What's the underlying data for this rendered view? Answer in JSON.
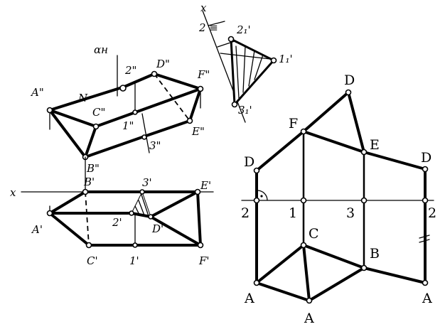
{
  "labels": {
    "alpha_h": "αн",
    "x_axis": "x",
    "x_axis_small": "x",
    "x_axis_ratio": "2 ≡",
    "A2": "A\"",
    "B2": "B\"",
    "C2": "C\"",
    "D2": "D\"",
    "E2": "E\"",
    "F2": "F\"",
    "N": "N",
    "p1_2": "1\"",
    "p2_2": "2\"",
    "p3_2": "3\"",
    "A1": "A'",
    "B1": "B'",
    "C1": "C'",
    "D1": "D'",
    "E1": "E'",
    "F1": "F'",
    "p1_1": "1'",
    "p2_1": "2'",
    "p3_1": "3'",
    "p11": "1₁'",
    "p21": "2₁'",
    "p31": "3₁'",
    "nD_left": "D",
    "nF": "F",
    "nD_top": "D",
    "nE": "E",
    "nD_right": "D",
    "n2_left": "2",
    "n1": "1",
    "n3": "3",
    "n2_right": "2",
    "nC": "C",
    "nB": "B",
    "nA_left": "A",
    "nA_mid": "A",
    "nA_right": "A"
  }
}
